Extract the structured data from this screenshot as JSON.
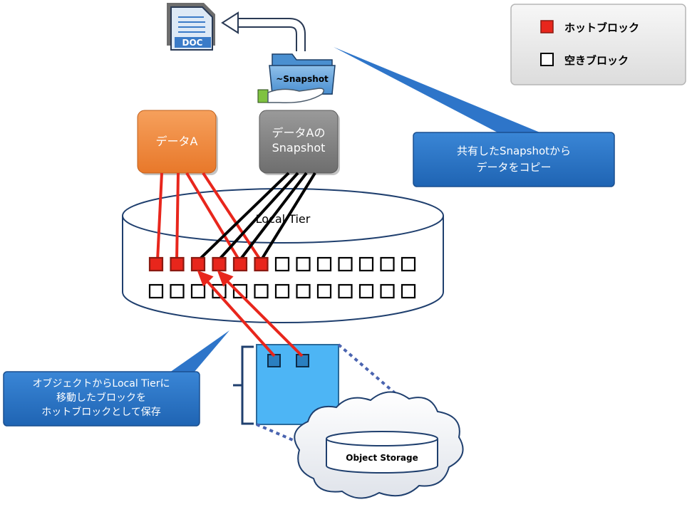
{
  "legend": {
    "hot_label": "ホットブロック",
    "free_label": "空きブロック",
    "hot_color": "#e8261c",
    "free_color": "#ffffff"
  },
  "doc_icon": {
    "label": "DOC"
  },
  "snapshot_folder": {
    "label": "~Snapshot"
  },
  "data_a": {
    "label": "データA",
    "color": "#f08a3c"
  },
  "data_a_snapshot": {
    "line1": "データAの",
    "line2": "Snapshot",
    "color": "#7f7f7f"
  },
  "local_tier": {
    "label": "Local Tier"
  },
  "callout_snapshot": {
    "line1": "共有したSnapshotから",
    "line2": "データをコピー"
  },
  "callout_object": {
    "line1": "オブジェクトからLocal Tierに",
    "line2": "移動したブロックを",
    "line3": "ホットブロックとして保存"
  },
  "object_storage": {
    "label": "Object Storage"
  },
  "colors": {
    "callout_blue": "#2e75c9",
    "object_block": "#4db5f5",
    "link_red": "#e8261c",
    "link_black": "#000000"
  },
  "blocks": {
    "row1_hot": 6,
    "row1_total": 13,
    "row2_total": 13
  }
}
